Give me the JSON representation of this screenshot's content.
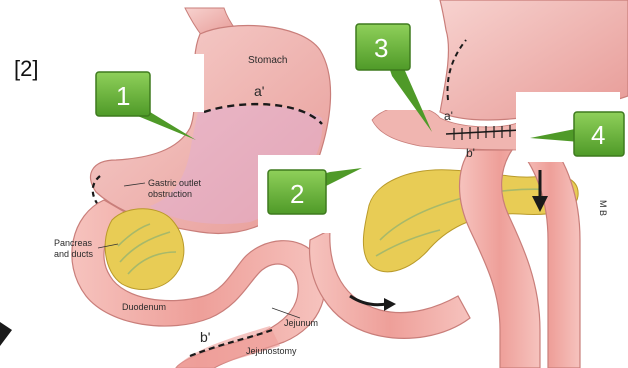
{
  "reference_tag": "[2]",
  "labels": {
    "stomach": "Stomach",
    "a_left": "a'",
    "gastric_outlet": [
      "Gastric outlet",
      "obstruction"
    ],
    "pancreas": [
      "Pancreas",
      "and ducts"
    ],
    "duodenum": "Duodenum",
    "jejunum": "Jejunum",
    "b_left": "b'",
    "jejunostomy": "Jejunostomy",
    "a_right": "a'",
    "b_right": "b'",
    "logo": "M B"
  },
  "callouts": [
    "1",
    "2",
    "3",
    "4"
  ],
  "colors": {
    "callout_green": "#6db33f",
    "callout_green_dark": "#3e7a1e",
    "stomach_pink": "#f2b7b3",
    "stomach_inner": "#e0a6c9",
    "intestine_pink": "#f0aaa4",
    "pancreas_yellow": "#e8cc55"
  }
}
